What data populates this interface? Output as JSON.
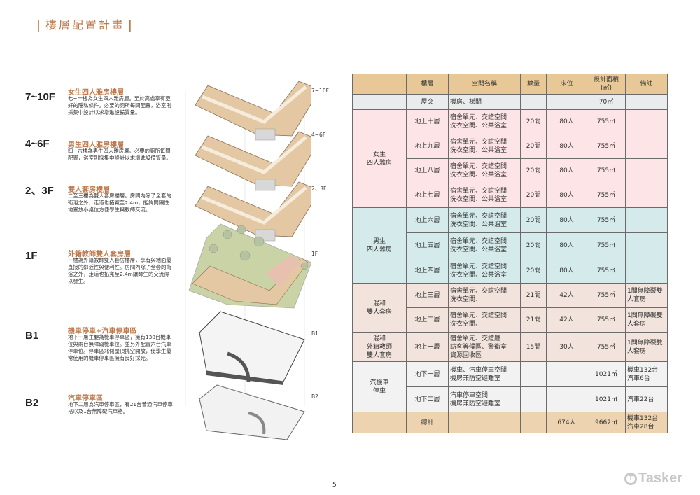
{
  "title": "樓層配置計畫",
  "title_bar": "|",
  "sections": [
    {
      "floor": "7~10F",
      "heading": "女生四人雅房樓層",
      "desc": "七~十樓為女生四人雅房層。至於高處享有更好的隱私條件。必要的廁所每間配置，浴室則採集中設計以求增進設備質量。"
    },
    {
      "floor": "4~6F",
      "heading": "男生四人雅房樓層",
      "desc": "四~六樓為男生四人雅房層。必要的廁所每間配置，浴室則採集中設計以求增進設備質量。"
    },
    {
      "floor": "2、3F",
      "heading": "雙人套房樓層",
      "desc": "二至三樓為雙人套房樓層。房間內除了全套的衛浴之外，走道也拓寬至2.4m，能夠間隔性地置放小桌位方便學生與教師交流。"
    },
    {
      "floor": "1F",
      "heading": "外籍教師雙人套房層",
      "desc": "一樓為外籍教師雙人套房樓層，享有與地面最直接的鄰近性與便利性。房間內除了全套的衛浴之外，走道也拓寬至2.4m讓師生的交流得以發生。"
    },
    {
      "floor": "B1",
      "heading": "機車停車+汽車停車區",
      "desc": "地下一層主要為機車停車區，擁有130台機車位與兩台無障礙機車位。並另外配置六台汽車停車位。停車區北側屋頂挑空開放，使學生最常使用的機車停車區擁有良好採光。"
    },
    {
      "floor": "B2",
      "heading": "汽車停車區",
      "desc": "地下二層為汽車停車區，有21台普通汽車停車格以及1台無障礙汽車格。"
    }
  ],
  "diagram_labels": [
    "7~10F",
    "4~6F",
    "2、3F",
    "1F",
    "B1",
    "B2"
  ],
  "table": {
    "headers": [
      "",
      "樓層",
      "空間名稱",
      "數量",
      "床位",
      "設計面積\n(㎡)",
      "備註"
    ],
    "groups": [
      {
        "label": "",
        "color": "#e9ecec",
        "rows": [
          {
            "floor": "屋突",
            "space": "機房、梯間",
            "count": "",
            "beds": "",
            "area": "70㎡",
            "note": ""
          }
        ]
      },
      {
        "label": "女生\n四人雅房",
        "color": "#fde4e6",
        "rows": [
          {
            "floor": "地上十層",
            "space": "宿舍單元、交誼空間\n洗衣空間、公共浴室",
            "count": "20間",
            "beds": "80人",
            "area": "755㎡",
            "note": ""
          },
          {
            "floor": "地上九層",
            "space": "宿舍單元、交誼空間\n洗衣空間、公共浴室",
            "count": "20間",
            "beds": "80人",
            "area": "755㎡",
            "note": ""
          },
          {
            "floor": "地上八層",
            "space": "宿舍單元、交誼空間\n洗衣空間、公共浴室",
            "count": "20間",
            "beds": "80人",
            "area": "755㎡",
            "note": ""
          },
          {
            "floor": "地上七層",
            "space": "宿舍單元、交誼空間\n洗衣空間、公共浴室",
            "count": "20間",
            "beds": "80人",
            "area": "755㎡",
            "note": ""
          }
        ]
      },
      {
        "label": "男生\n四人雅房",
        "color": "#d5ebeb",
        "rows": [
          {
            "floor": "地上六層",
            "space": "宿舍單元、交誼空間\n洗衣空間、公共浴室",
            "count": "20間",
            "beds": "80人",
            "area": "755㎡",
            "note": ""
          },
          {
            "floor": "地上五層",
            "space": "宿舍單元、交誼空間\n洗衣空間、公共浴室",
            "count": "20間",
            "beds": "80人",
            "area": "755㎡",
            "note": ""
          },
          {
            "floor": "地上四層",
            "space": "宿舍單元、交誼空間\n洗衣空間、公共浴室",
            "count": "20間",
            "beds": "80人",
            "area": "755㎡",
            "note": ""
          }
        ]
      },
      {
        "label": "混和\n雙人套房",
        "color": "#f2e4dc",
        "rows": [
          {
            "floor": "地上三層",
            "space": "宿舍單元、交誼空間\n洗衣空間、",
            "count": "21間",
            "beds": "42人",
            "area": "755㎡",
            "note": "1間無障礙雙人套房"
          },
          {
            "floor": "地上二層",
            "space": "宿舍單元、交誼空間\n洗衣空間、",
            "count": "21間",
            "beds": "42人",
            "area": "755㎡",
            "note": "1間無障礙雙人套房"
          }
        ]
      },
      {
        "label": "混和\n外籍教師\n雙人套房",
        "color": "#f2e4dc",
        "rows": [
          {
            "floor": "地上一層",
            "space": "宿舍單元、交誼廳\n訪客等候區、警衛室\n資源回收區",
            "count": "15間",
            "beds": "30人",
            "area": "755㎡",
            "note": "1間無障礙雙人套房"
          }
        ]
      },
      {
        "label": "汽機車\n停車",
        "color": "#f2f2f2",
        "rows": [
          {
            "floor": "地下一層",
            "space": "機車、汽車停車空間\n機房兼防空避難室",
            "count": "",
            "beds": "",
            "area": "1021㎡",
            "note": "機車132台\n汽車6台"
          },
          {
            "floor": "地下二層",
            "space": "汽車停車空間\n機房兼防空避難室",
            "count": "",
            "beds": "",
            "area": "1021㎡",
            "note": "汽車22台"
          }
        ]
      },
      {
        "label": "",
        "color": "#edd3b0",
        "rows": [
          {
            "floor": "總計",
            "space": "",
            "count": "",
            "beds": "674人",
            "area": "9662㎡",
            "note": "機車132台\n汽車28台"
          }
        ]
      }
    ]
  },
  "page_number": "5",
  "logo": "Tasker"
}
